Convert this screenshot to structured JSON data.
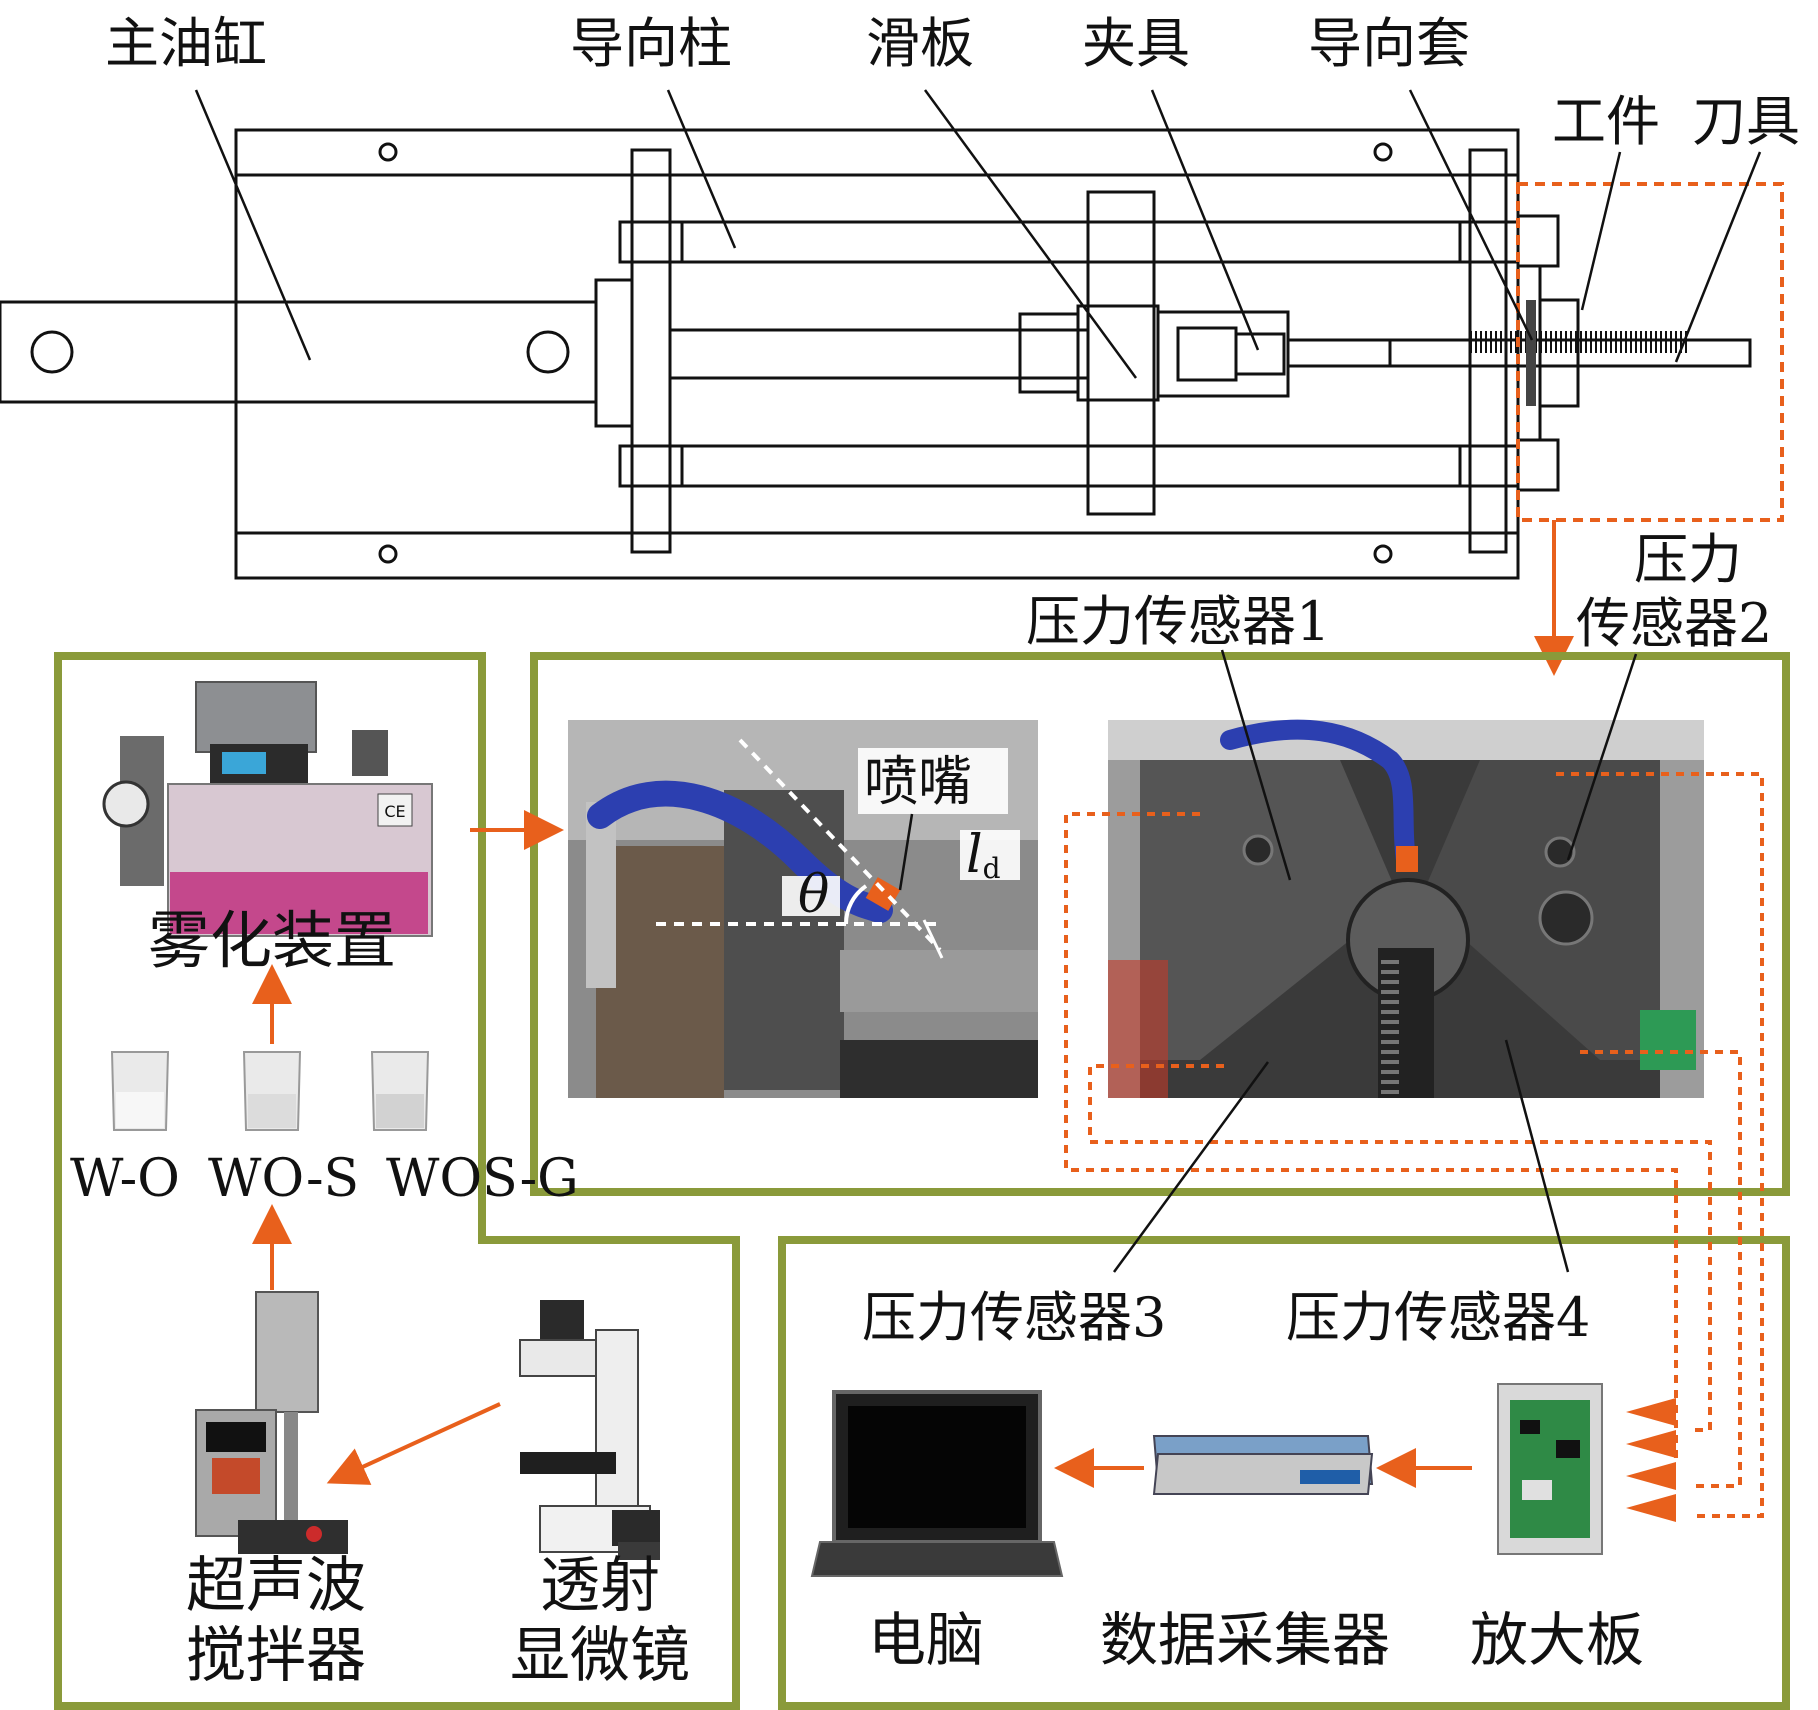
{
  "colors": {
    "green_border": "#8a9a3a",
    "orange": "#e8601c",
    "ink": "#111111",
    "hose_blue": "#2c3fb0"
  },
  "machine": {
    "labels": {
      "main_cylinder": "主油缸",
      "guide_column": "导向柱",
      "slide_plate": "滑板",
      "fixture": "夹具",
      "guide_sleeve": "导向套",
      "workpiece": "工件",
      "cutter": "刀具"
    }
  },
  "left_panel": {
    "atomizer": "雾化装置",
    "fluids": [
      "W-O",
      "WO-S",
      "WOS-G"
    ],
    "ultrasonic_line1": "超声波",
    "ultrasonic_line2": "搅拌器",
    "microscope_line1": "透射",
    "microscope_line2": "显微镜"
  },
  "center_panel": {
    "nozzle": "喷嘴",
    "theta": "θ",
    "ld_main": "l",
    "ld_sub": "d"
  },
  "sensors": {
    "s1": "压力传感器1",
    "s2_line1": "压力",
    "s2_line2": "传感器2",
    "s3": "压力传感器3",
    "s4": "压力传感器4"
  },
  "daq_panel": {
    "computer": "电脑",
    "collector": "数据采集器",
    "amplifier": "放大板"
  }
}
